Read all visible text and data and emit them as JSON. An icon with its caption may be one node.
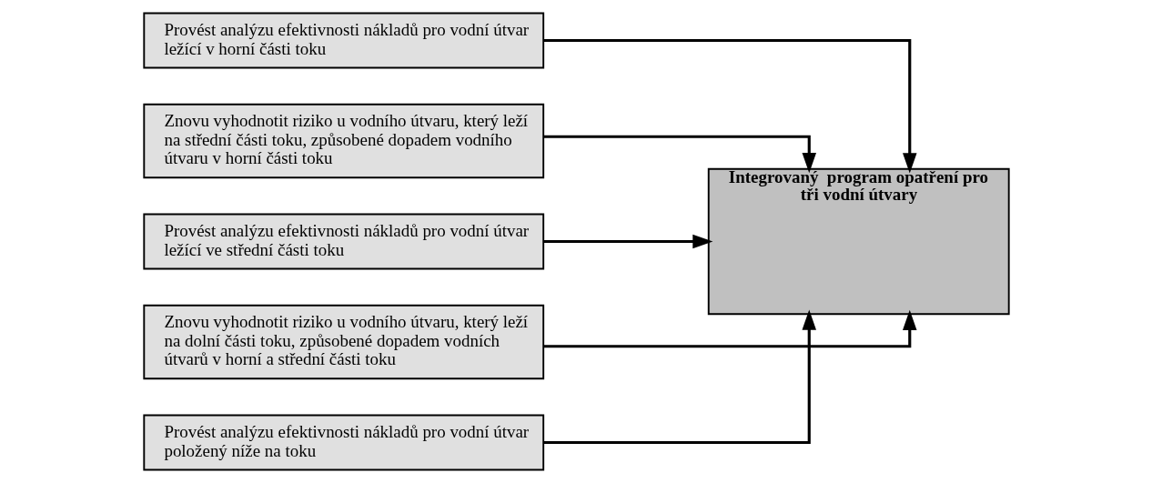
{
  "diagram": {
    "nodes": [
      {
        "text": [
          "Provést analýzu efektivnosti nákladů pro vodní útvar ležící v horní části toku"
        ]
      },
      {
        "text": [
          "Znovu vyhodnotit riziko u vodního útvaru, který leží na střední části toku, způsobené dopadem vodního útvaru v horní části toku"
        ]
      },
      {
        "text": [
          "Provést analýzu efektivnosti nákladů pro vodní útvar ležící ve střední části toku"
        ]
      },
      {
        "text": [
          "Znovu vyhodnotit riziko u vodního útvaru, který leží na dolní části toku, způsobené dopadem vodních útvarů v horní a střední části toku"
        ]
      },
      {
        "text": [
          "Provést analýzu efektivnosti nákladů pro vodní útvar položený níže na toku"
        ]
      },
      {
        "text": [
          "Integrovaný  program opatření pro tři vodní útvary"
        ]
      }
    ],
    "edges": [
      {
        "from": 0,
        "to": 5,
        "arrow": "to"
      },
      {
        "from": 1,
        "to": 5,
        "arrow": "to"
      },
      {
        "from": 2,
        "to": 5,
        "arrow": "to"
      },
      {
        "from": 3,
        "to": 5,
        "arrow": "to"
      },
      {
        "from": 4,
        "to": 5,
        "arrow": "to"
      }
    ]
  }
}
